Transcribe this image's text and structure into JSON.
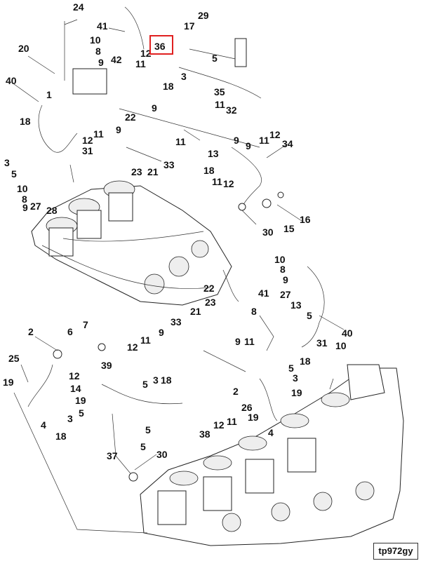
{
  "diagram": {
    "reference_code": "tp972gy",
    "highlighted_callout": "36",
    "highlight_color": "#e02020",
    "callouts": [
      "24",
      "41",
      "10",
      "8",
      "42",
      "9",
      "17",
      "29",
      "36",
      "12",
      "5",
      "20",
      "1",
      "11",
      "18",
      "3",
      "40",
      "9",
      "22",
      "35",
      "11",
      "32",
      "18",
      "9",
      "12",
      "11",
      "9",
      "11",
      "12",
      "31",
      "3",
      "11",
      "34",
      "5",
      "13",
      "9",
      "23",
      "21",
      "33",
      "18",
      "11",
      "12",
      "10",
      "8",
      "9",
      "27",
      "28",
      "30",
      "15",
      "16",
      "10",
      "8",
      "41",
      "9",
      "22",
      "23",
      "27",
      "13",
      "2",
      "6",
      "7",
      "21",
      "33",
      "8",
      "5",
      "40",
      "25",
      "12",
      "11",
      "9",
      "31",
      "10",
      "9",
      "11",
      "18",
      "5",
      "3",
      "19",
      "12",
      "39",
      "5",
      "3",
      "18",
      "19",
      "14",
      "19",
      "2",
      "26",
      "19",
      "4",
      "5",
      "3",
      "5",
      "38",
      "12",
      "11",
      "5",
      "18",
      "37",
      "30",
      "4"
    ]
  }
}
